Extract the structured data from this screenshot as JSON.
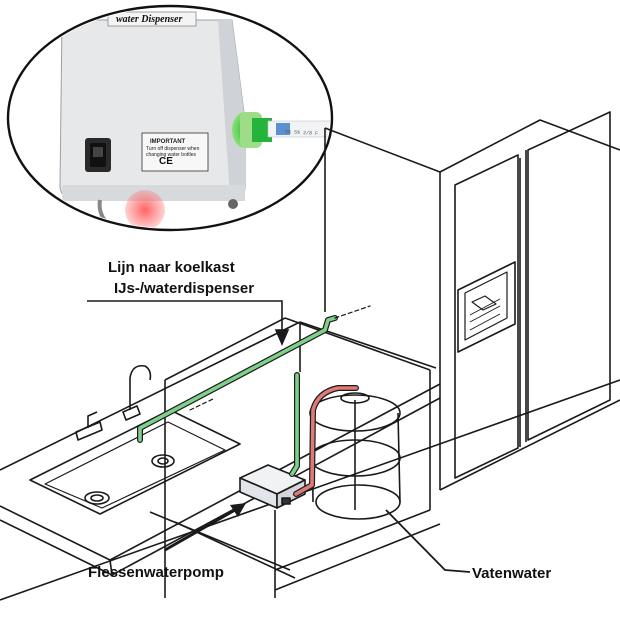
{
  "labels": {
    "refrigerator_line_1": "Lijn naar koelkast",
    "refrigerator_line_2": "IJs-/waterdispenser",
    "pump": "Flessenwaterpomp",
    "water": "Vatenwater"
  },
  "inset": {
    "brand_text": "water Dispenser",
    "important_title": "IMPORTANT",
    "important_line1": "Turn off dispenser when",
    "important_line2": "changing water bottles",
    "ce_mark": "CE",
    "hose_text": "5% 5% 2/8 F"
  },
  "colors": {
    "water_line": "#7fd08a",
    "supply_line": "#e07a76",
    "outline": "#1a1a1a",
    "pump_body": "#e9ebee",
    "inset_border": "#111111"
  },
  "icons": [
    "power-switch-icon",
    "ce-mark-icon",
    "hose-connector-icon",
    "arrow-icon"
  ]
}
